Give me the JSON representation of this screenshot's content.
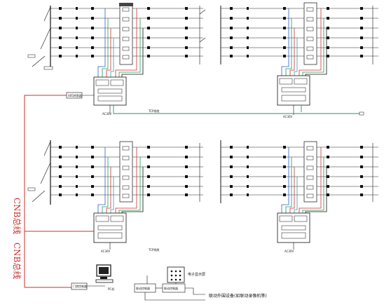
{
  "labels": {
    "bus_upper": "CNB总线",
    "bus_lower": "CNB总线",
    "ac_power": "AC30V",
    "cable_label": "TCP线缆",
    "computer_label": "PC机",
    "display_label": "电子显示屏",
    "linkage_text": "联动外围设备(如联动录像机等)",
    "main_ctrl": "门禁控制器",
    "io_ctrl": "联动控制器",
    "converter": "485转换器"
  },
  "colors": {
    "bus": "#c83232",
    "green": "#1e9a5a",
    "blue": "#2a5fc8",
    "black": "#111111",
    "cyan": "#2aa0b4"
  }
}
